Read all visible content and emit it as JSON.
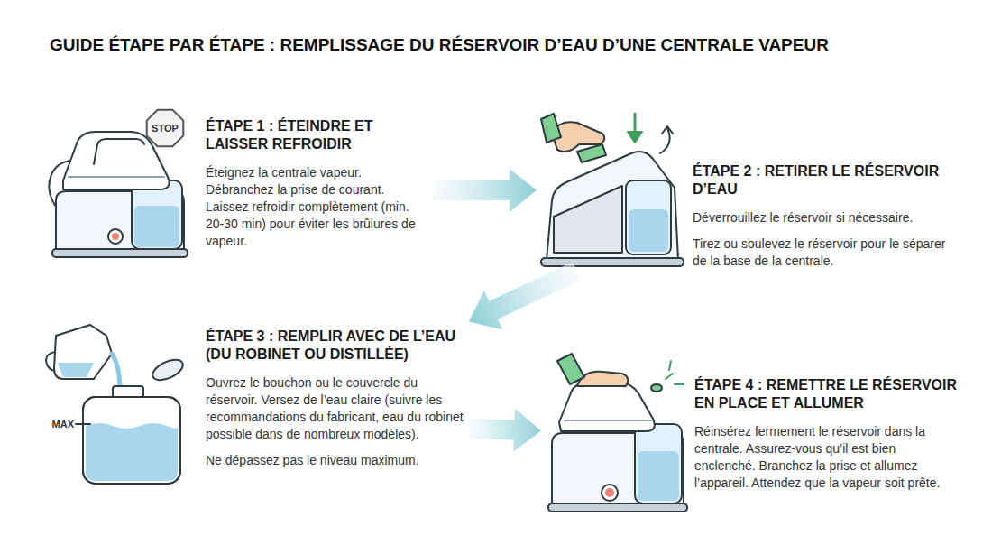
{
  "diagram": {
    "title": "GUIDE ÉTAPE PAR ÉTAPE : REMPLISSAGE DU RÉSERVOIR D’EAU D’UNE CENTRALE VAPEUR",
    "nodes": [
      {
        "text": [
          "ÉTAPE 1 : ÉTEINDRE ET LAISSER REFROIDIR",
          "Éteignez la centrale vapeur. Débranchez la prise de courant. Laissez refroidir complètement (min. 20-30 min) pour éviter les brûlures de vapeur."
        ]
      },
      {
        "text": [
          "ÉTAPE 2 : RETIRER LE RÉSERVOIR D’EAU",
          "Déverrouillez le réservoir si nécessaire.",
          "Tirez ou soulevez le réservoir pour le séparer de la base de la centrale."
        ]
      },
      {
        "text": [
          "ÉTAPE 3 : REMPLIR AVEC DE L’EAU (DU ROBINET OU DISTILLÉE)",
          "Ouvrez le bouchon ou le couvercle du réservoir. Versez de l’eau claire (suivre les recommandations du fabricant, eau du robinet possible dans de nombreux modèles).",
          "Ne dépassez pas le niveau maximum."
        ]
      },
      {
        "text": [
          "ÉTAPE 4 : REMETTRE LE RÉSERVOIR EN PLACE ET ALLUMER",
          "Réinsérez fermement le réservoir dans la centrale. Assurez-vous qu’il est bien enclenché. Branchez la prise et allumez l’appareil. Attendez que la vapeur soit prête."
        ]
      }
    ],
    "edges": [
      {
        "from": 0,
        "to": 1,
        "arrow": "to"
      },
      {
        "from": 1,
        "to": 2,
        "arrow": "to"
      },
      {
        "from": 2,
        "to": 3,
        "arrow": "to"
      }
    ],
    "labels": [
      "STOP",
      "MAX"
    ]
  }
}
